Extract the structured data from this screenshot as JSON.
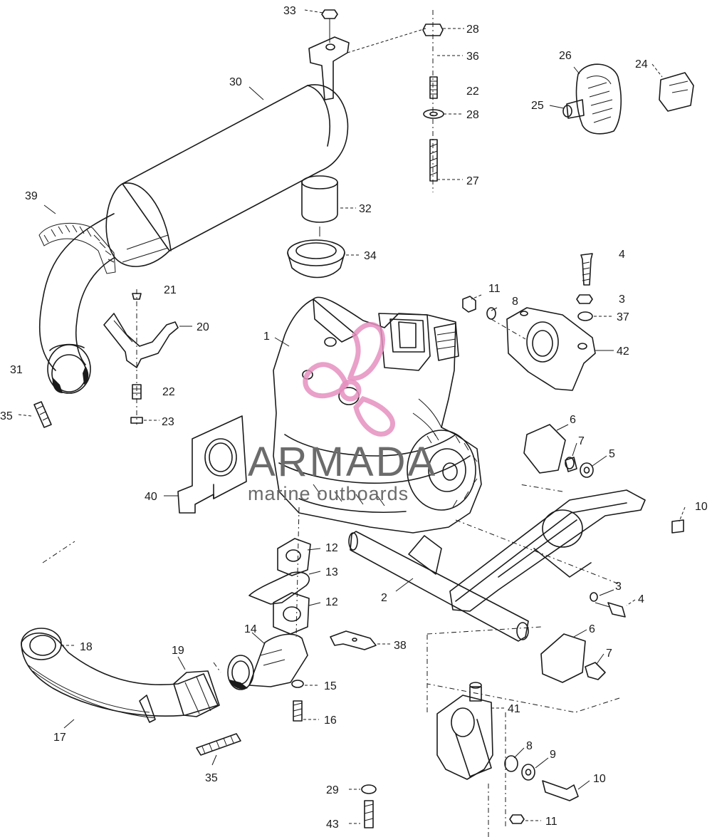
{
  "watermark": {
    "title": "ARMADA",
    "subtitle": "marine outboards",
    "logo_color": "#e58fbf",
    "text_color": "#6b6b6b"
  },
  "callouts": [
    {
      "id": "c33",
      "label": "33"
    },
    {
      "id": "c28a",
      "label": "28"
    },
    {
      "id": "c36",
      "label": "36"
    },
    {
      "id": "c22a",
      "label": "22"
    },
    {
      "id": "c28b",
      "label": "28"
    },
    {
      "id": "c27",
      "label": "27"
    },
    {
      "id": "c26",
      "label": "26"
    },
    {
      "id": "c24",
      "label": "24"
    },
    {
      "id": "c25",
      "label": "25"
    },
    {
      "id": "c30",
      "label": "30"
    },
    {
      "id": "c32",
      "label": "32"
    },
    {
      "id": "c34",
      "label": "34"
    },
    {
      "id": "c39",
      "label": "39"
    },
    {
      "id": "c4a",
      "label": "4"
    },
    {
      "id": "c3a",
      "label": "3"
    },
    {
      "id": "c37",
      "label": "37"
    },
    {
      "id": "c21",
      "label": "21"
    },
    {
      "id": "c11a",
      "label": "11"
    },
    {
      "id": "c8a",
      "label": "8"
    },
    {
      "id": "c20",
      "label": "20"
    },
    {
      "id": "c42",
      "label": "42"
    },
    {
      "id": "c1",
      "label": "1"
    },
    {
      "id": "c31",
      "label": "31"
    },
    {
      "id": "c22b",
      "label": "22"
    },
    {
      "id": "c35a",
      "label": "35"
    },
    {
      "id": "c23",
      "label": "23"
    },
    {
      "id": "c6a",
      "label": "6"
    },
    {
      "id": "c7a",
      "label": "7"
    },
    {
      "id": "c5",
      "label": "5"
    },
    {
      "id": "c40",
      "label": "40"
    },
    {
      "id": "c10a",
      "label": "10"
    },
    {
      "id": "c12a",
      "label": "12"
    },
    {
      "id": "c13",
      "label": "13"
    },
    {
      "id": "c2",
      "label": "2"
    },
    {
      "id": "c3b",
      "label": "3"
    },
    {
      "id": "c4b",
      "label": "4"
    },
    {
      "id": "c12b",
      "label": "12"
    },
    {
      "id": "c14",
      "label": "14"
    },
    {
      "id": "c6b",
      "label": "6"
    },
    {
      "id": "c18",
      "label": "18"
    },
    {
      "id": "c38",
      "label": "38"
    },
    {
      "id": "c7b",
      "label": "7"
    },
    {
      "id": "c19",
      "label": "19"
    },
    {
      "id": "c15",
      "label": "15"
    },
    {
      "id": "c41",
      "label": "41"
    },
    {
      "id": "c16",
      "label": "16"
    },
    {
      "id": "c17",
      "label": "17"
    },
    {
      "id": "c8b",
      "label": "8"
    },
    {
      "id": "c9",
      "label": "9"
    },
    {
      "id": "c35b",
      "label": "35"
    },
    {
      "id": "c10b",
      "label": "10"
    },
    {
      "id": "c29",
      "label": "29"
    },
    {
      "id": "c11b",
      "label": "11"
    },
    {
      "id": "c43",
      "label": "43"
    }
  ]
}
